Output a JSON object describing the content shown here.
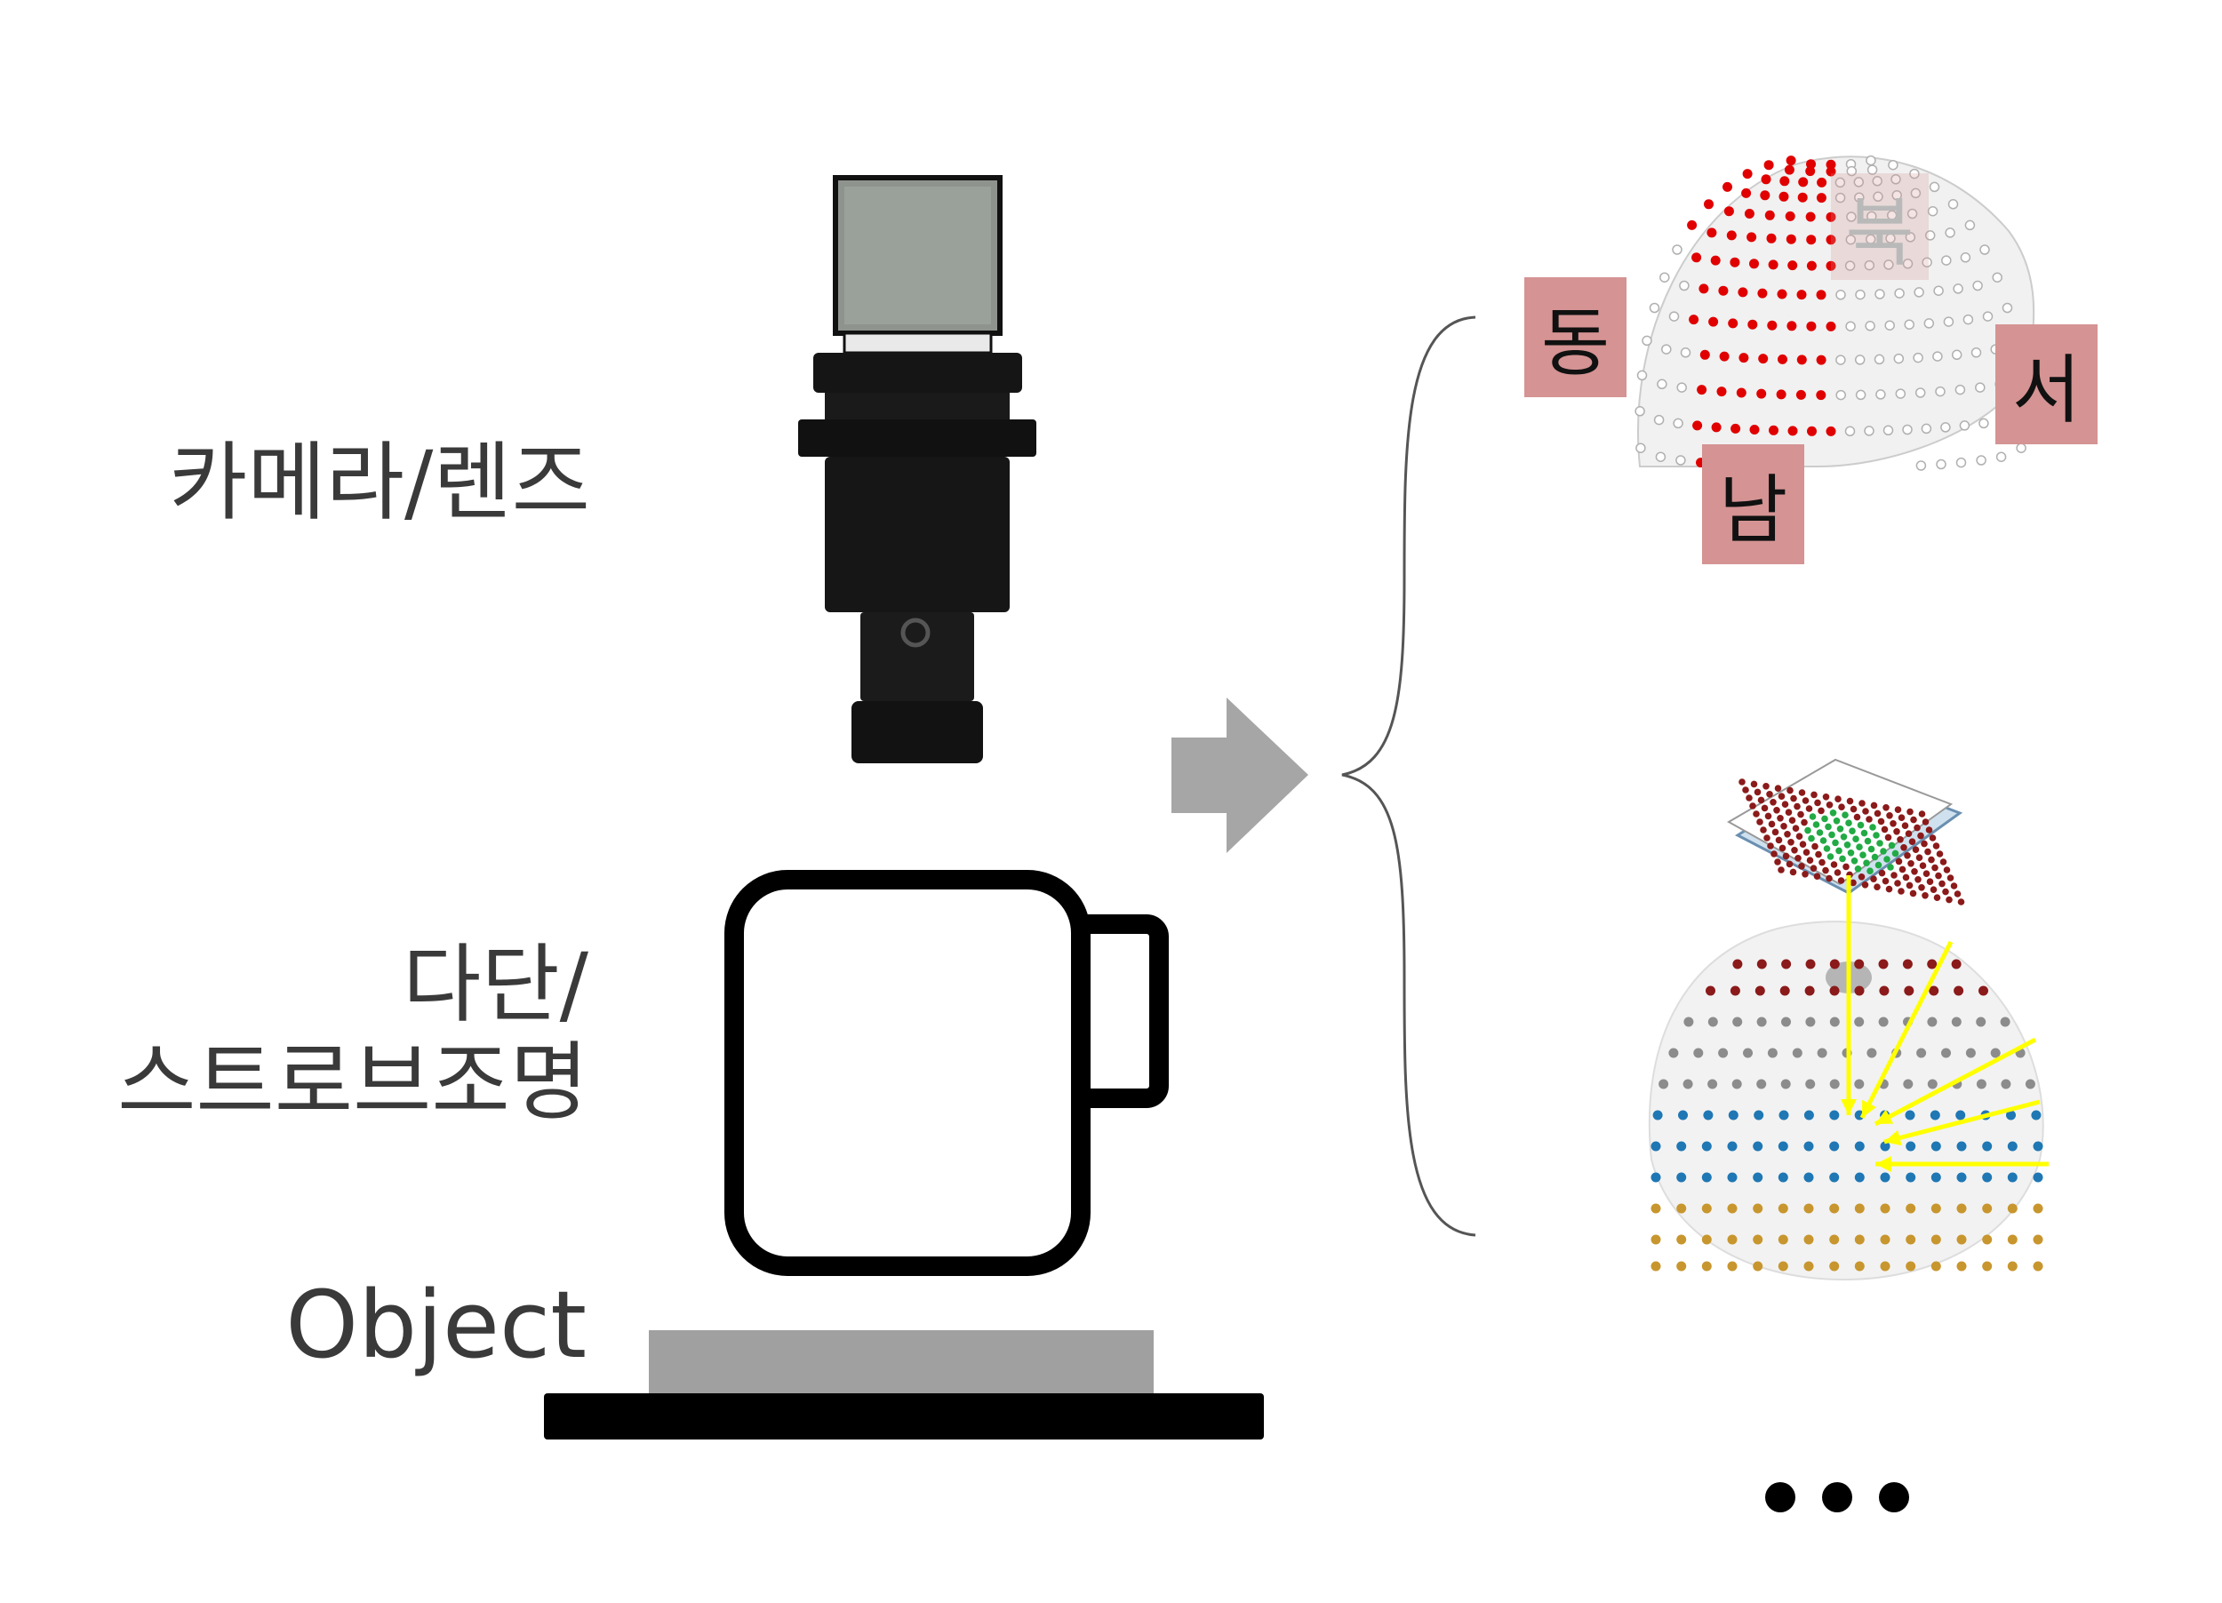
{
  "labels": {
    "camera_lens": "카메라/렌즈",
    "lighting_line1": "다단/",
    "lighting_line2": "스트로브조명",
    "object": "Object"
  },
  "dome_directions": {
    "east": "동",
    "west": "서",
    "south": "남",
    "north": "북"
  },
  "colors": {
    "text": "#3a3a3a",
    "camera_body": "#111111",
    "arrow": "#a6a6a6",
    "direction_tag": "#d59393",
    "dome_red_led": "#e00000",
    "dome_dark_red_led": "#8b1a1a",
    "dome_gray_led": "#8c8c8c",
    "dome_blue_led": "#1f77b4",
    "dome_gold_led": "#c8962e",
    "light_rays": "#ffff00",
    "led_panel_center": "#22aa44"
  },
  "icons": [
    "camera-lens-icon",
    "cup-icon",
    "right-arrow-icon",
    "curly-brace-icon",
    "led-dome-icon",
    "ellipsis-icon"
  ]
}
